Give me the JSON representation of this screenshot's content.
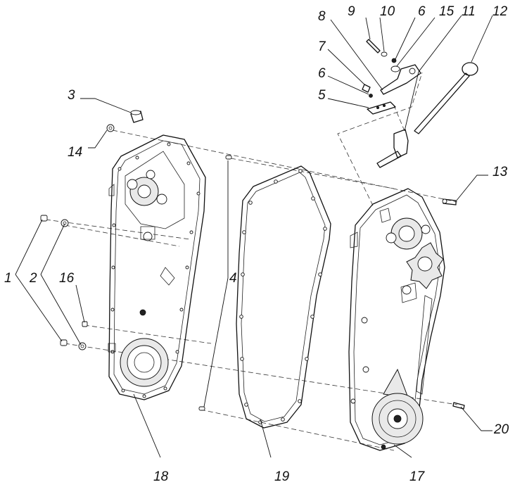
{
  "callouts": [
    {
      "id": "1",
      "text": "1"
    },
    {
      "id": "2",
      "text": "2"
    },
    {
      "id": "3",
      "text": "3"
    },
    {
      "id": "4",
      "text": "4"
    },
    {
      "id": "5",
      "text": "5"
    },
    {
      "id": "6a",
      "text": "6"
    },
    {
      "id": "6b",
      "text": "6"
    },
    {
      "id": "7",
      "text": "7"
    },
    {
      "id": "8",
      "text": "8"
    },
    {
      "id": "9",
      "text": "9"
    },
    {
      "id": "10",
      "text": "10"
    },
    {
      "id": "11",
      "text": "11"
    },
    {
      "id": "12",
      "text": "12"
    },
    {
      "id": "13",
      "text": "13"
    },
    {
      "id": "14",
      "text": "14"
    },
    {
      "id": "15",
      "text": "15"
    },
    {
      "id": "16",
      "text": "16"
    },
    {
      "id": "17",
      "text": "17"
    },
    {
      "id": "18",
      "text": "18"
    },
    {
      "id": "19",
      "text": "19"
    },
    {
      "id": "20",
      "text": "20"
    }
  ]
}
